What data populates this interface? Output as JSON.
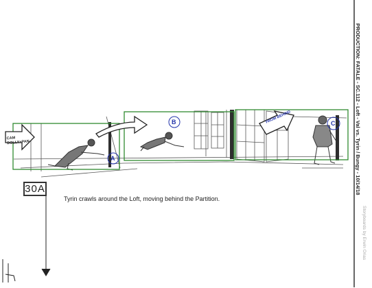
{
  "panel": {
    "number": "30A",
    "description": "Tyrin crawls around the Loft, moving behind the Partition."
  },
  "header": {
    "production": "PRODUCTION: FATALE - SC.112 - Loft - Val vs. Tyrin / Bungy - 10/14/18"
  },
  "credit": "Storyboards by Erwin Orias",
  "annotations": {
    "camera_move": "CAM DOLLY+PAN",
    "from_behind": "FROM BEHIND",
    "frame_a": "A",
    "frame_b": "B",
    "frame_c": "C"
  },
  "colors": {
    "frame_green": "#2f8a2f",
    "annotation_blue": "#2233aa",
    "sketch": "#444444"
  }
}
